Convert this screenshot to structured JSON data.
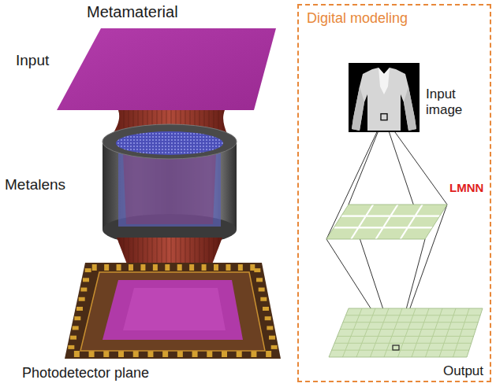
{
  "diagram": {
    "nodes": [
      {
        "text": [
          "Digital modeling"
        ]
      },
      {
        "text": [
          "Input image"
        ],
        "in": 0
      },
      {
        "text": [
          "LMNN"
        ],
        "in": 0
      },
      {
        "text": [
          "Output"
        ],
        "in": 0
      }
    ],
    "edges": [
      {
        "from": 1,
        "to": 2,
        "arrow": "none"
      },
      {
        "from": 2,
        "to": 3,
        "arrow": "none"
      }
    ],
    "labels": [
      "Metamaterial",
      "Input",
      "Metalens",
      "Photodetector plane"
    ]
  }
}
